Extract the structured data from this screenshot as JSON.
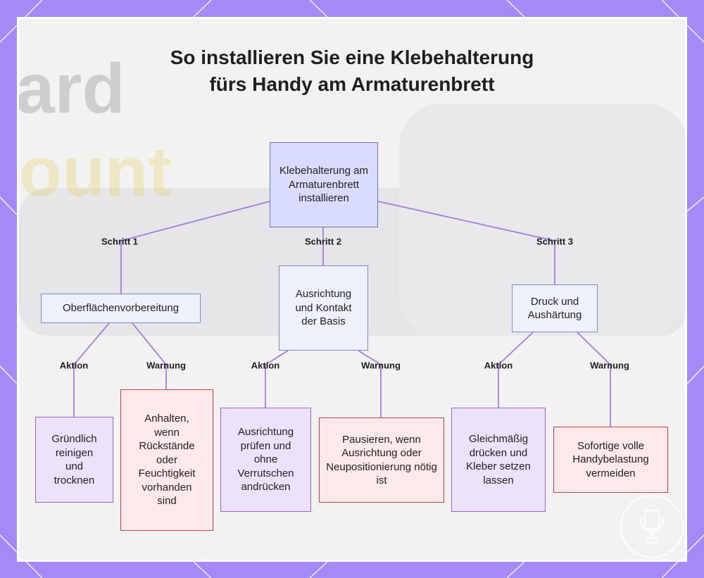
{
  "title": "So installieren Sie eine Klebehalterung fürs Handy am Armaturenbrett",
  "background_text": {
    "word1": "ard",
    "word2": "ount"
  },
  "nodes": {
    "root": "Klebehalterung am Armaturenbrett installieren",
    "step1": "Oberflächenvorbereitung",
    "step2": "Ausrichtung und Kontakt der Basis",
    "step3": "Druck und Aushärtung",
    "step1_action": "Gründlich reinigen und trocknen",
    "step1_warning": "Anhalten, wenn Rückstände oder Feuchtigkeit vorhanden sind",
    "step2_action": "Ausrichtung prüfen und ohne Verrutschen andrücken",
    "step2_warning": "Pausieren, wenn Ausrichtung oder Neupositionierung nötig ist",
    "step3_action": "Gleichmäßig drücken und Kleber setzen lassen",
    "step3_warning": "Sofortige volle Handybelastung vermeiden"
  },
  "edge_labels": {
    "step1": "Schritt 1",
    "step2": "Schritt 2",
    "step3": "Schritt 3",
    "s1_action": "Aktion",
    "s1_warning": "Warnung",
    "s2_action": "Aktion",
    "s2_warning": "Warnung",
    "s3_action": "Aktion",
    "s3_warning": "Warnung"
  },
  "colors": {
    "frame": "#a48af7",
    "root_fill": "#d9dcff",
    "step_fill": "#eef0fb",
    "action_fill": "#ece2fb",
    "action_border": "#9a62d6",
    "warning_fill": "#fde8ea",
    "warning_border": "#cc4048",
    "connector": "#a07ee0"
  }
}
